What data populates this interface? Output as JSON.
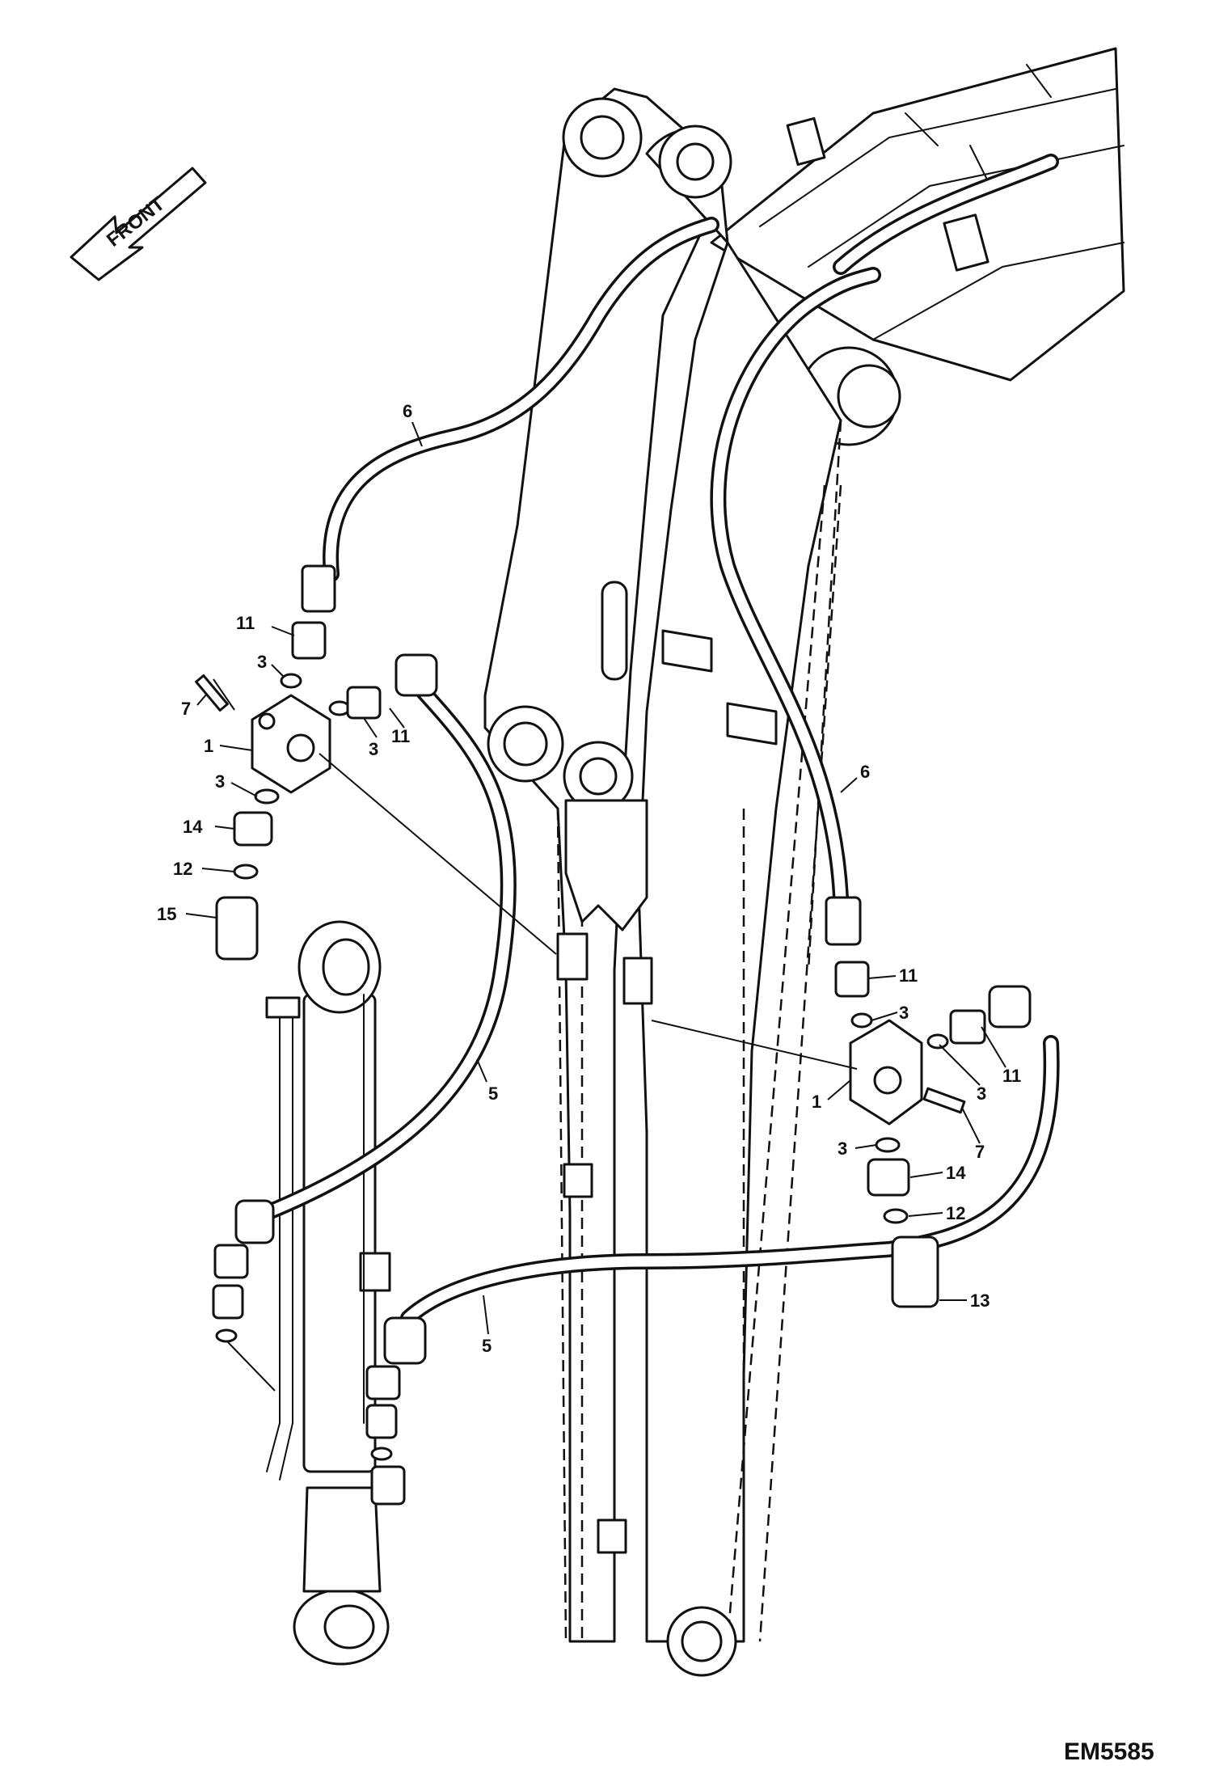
{
  "direction_label": "FRONT",
  "drawing_code": "EM5585",
  "callouts": [
    {
      "id": "c6a",
      "text": "6"
    },
    {
      "id": "c11a",
      "text": "11"
    },
    {
      "id": "c3a",
      "text": "3"
    },
    {
      "id": "c7a",
      "text": "7"
    },
    {
      "id": "c1a",
      "text": "1"
    },
    {
      "id": "c3b",
      "text": "3"
    },
    {
      "id": "c11b",
      "text": "11"
    },
    {
      "id": "c3c",
      "text": "3"
    },
    {
      "id": "c14a",
      "text": "14"
    },
    {
      "id": "c12a",
      "text": "12"
    },
    {
      "id": "c15a",
      "text": "15"
    },
    {
      "id": "c6b",
      "text": "6"
    },
    {
      "id": "c5a",
      "text": "5"
    },
    {
      "id": "c11c",
      "text": "11"
    },
    {
      "id": "c3d",
      "text": "3"
    },
    {
      "id": "c3e",
      "text": "3"
    },
    {
      "id": "c11d",
      "text": "11"
    },
    {
      "id": "c1b",
      "text": "1"
    },
    {
      "id": "c7b",
      "text": "7"
    },
    {
      "id": "c3f",
      "text": "3"
    },
    {
      "id": "c14b",
      "text": "14"
    },
    {
      "id": "c12b",
      "text": "12"
    },
    {
      "id": "c13a",
      "text": "13"
    },
    {
      "id": "c5b",
      "text": "5"
    }
  ]
}
